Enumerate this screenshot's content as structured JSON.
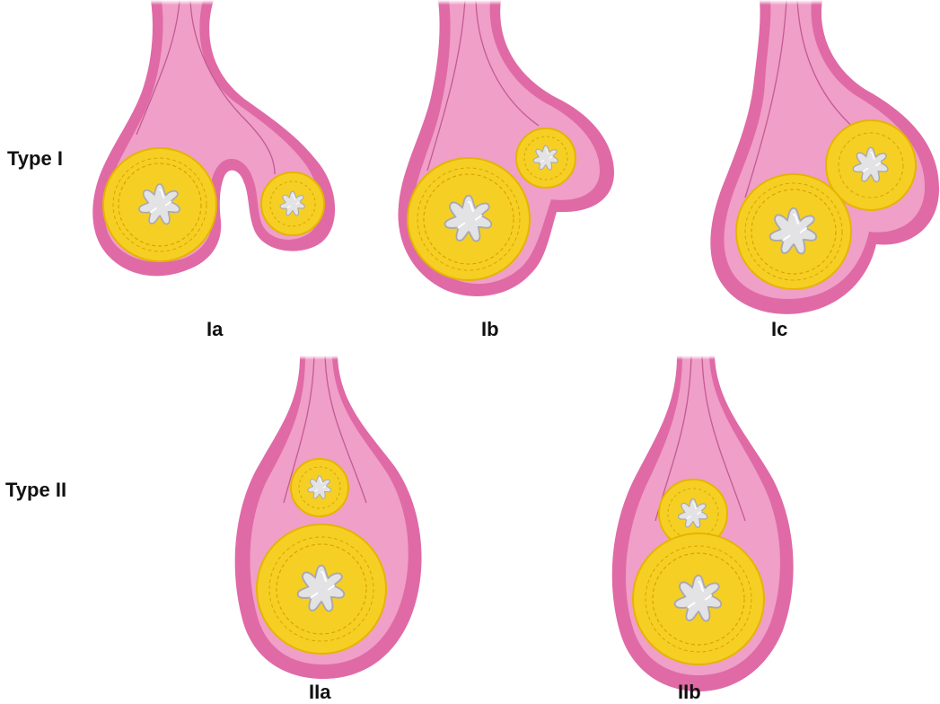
{
  "rows": [
    {
      "label": "Type I",
      "variants": [
        {
          "caption": "Ia"
        },
        {
          "caption": "Ib"
        },
        {
          "caption": "Ic"
        }
      ]
    },
    {
      "label": "Type II",
      "variants": [
        {
          "caption": "IIa"
        },
        {
          "caption": "IIb"
        }
      ]
    }
  ],
  "colors": {
    "outer_wall": "#e06aa6",
    "wall_fill": "#ef9fc8",
    "inner_lines": "#c45a93",
    "cyst_yellow": "#f6cf24",
    "cyst_edge": "#e6b400",
    "lumen": "#e3e3e5",
    "lumen_edge": "#a9a9ae"
  },
  "icons": [
    "sac-icon",
    "cyst-icon",
    "lumen-icon"
  ]
}
